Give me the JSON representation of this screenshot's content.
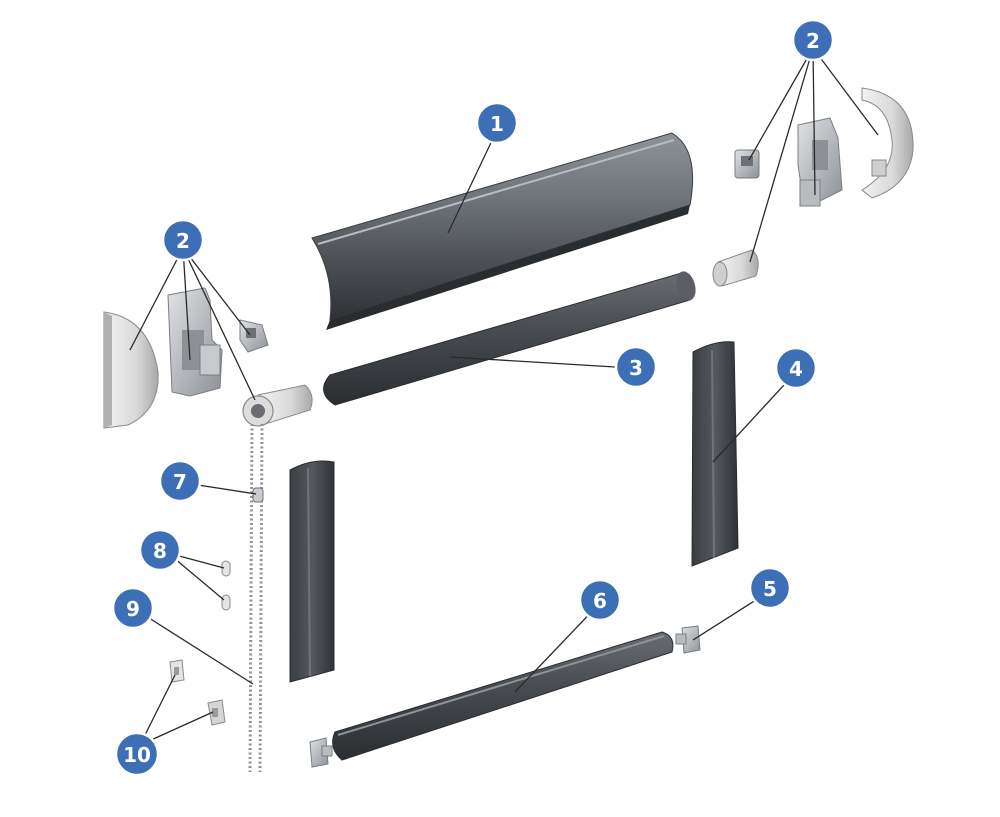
{
  "callouts": [
    {
      "id": "c1",
      "label": "1"
    },
    {
      "id": "c2a",
      "label": "2"
    },
    {
      "id": "c2b",
      "label": "2"
    },
    {
      "id": "c3",
      "label": "3"
    },
    {
      "id": "c4",
      "label": "4"
    },
    {
      "id": "c5",
      "label": "5"
    },
    {
      "id": "c6",
      "label": "6"
    },
    {
      "id": "c7",
      "label": "7"
    },
    {
      "id": "c8",
      "label": "8"
    },
    {
      "id": "c9",
      "label": "9"
    },
    {
      "id": "c10",
      "label": "10"
    }
  ],
  "colors": {
    "badge": "#3d6fb6",
    "badge_ring": "#ffffff",
    "leader_line": "#2b2b2b",
    "metal_dark": "#3f4246",
    "metal_mid": "#7b8086",
    "metal_light": "#c9ccd0",
    "plastic_light": "#e6e6e6",
    "plastic_shadow": "#9a9a9a"
  }
}
